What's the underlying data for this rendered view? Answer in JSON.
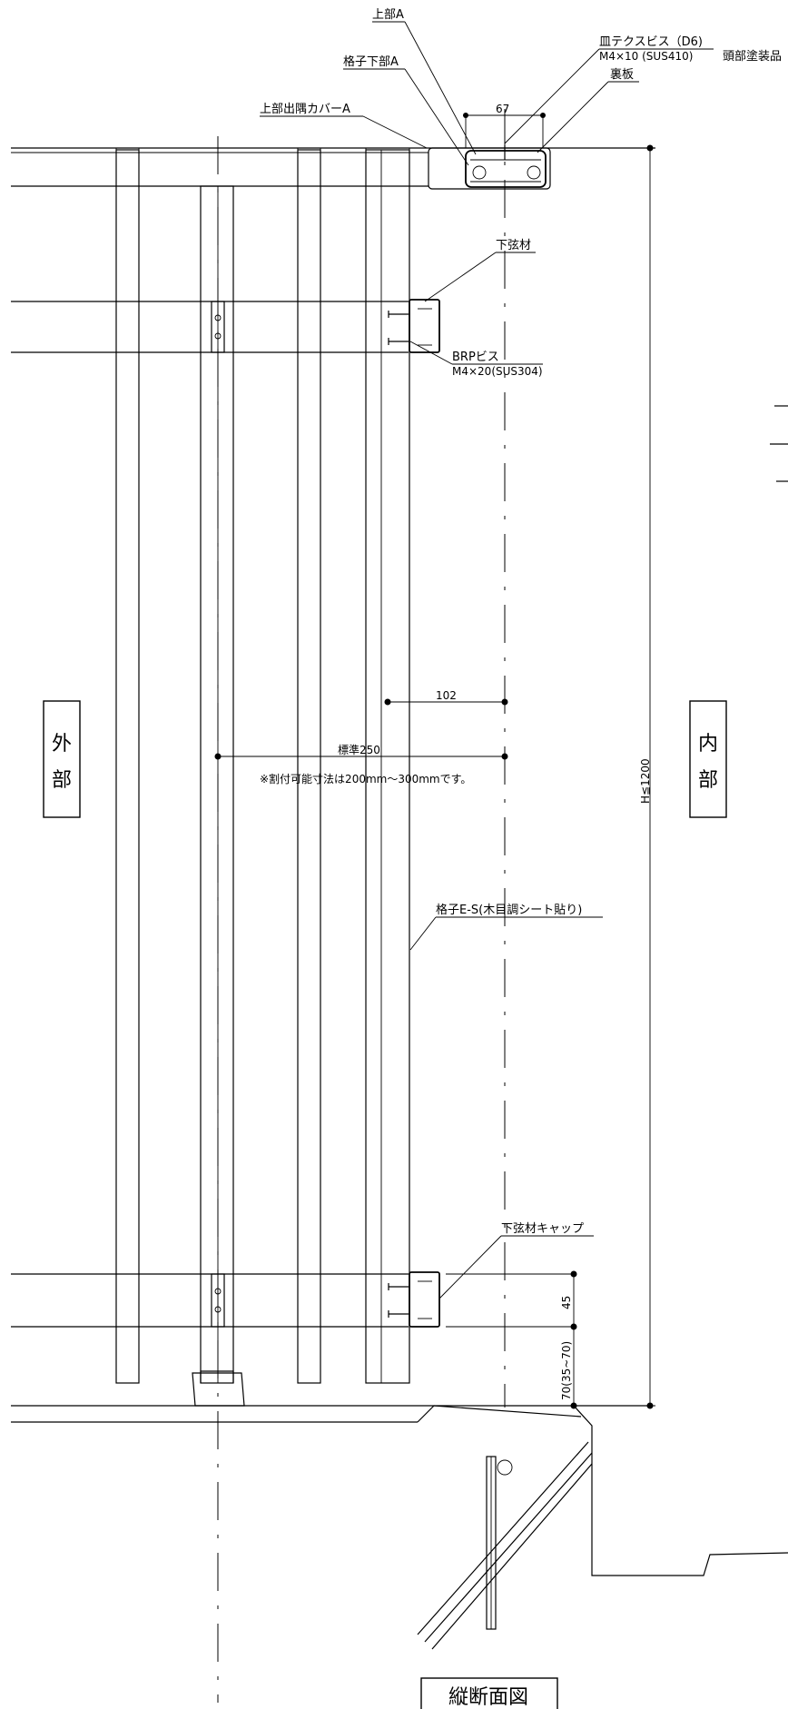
{
  "labels": {
    "top_a": "上部A",
    "grid_bottom_a": "格子下部A",
    "corner_cover_a": "上部出隅カバーA",
    "countersunk_screw": "皿テクスビス（D6)",
    "countersunk_screw_spec": "M4×10 (SUS410)",
    "head_painted": "頭部塗装品",
    "back_plate": "裏板",
    "dim_67": "67",
    "lower_chord": "下弦材",
    "brp_screw": "BRPビス",
    "brp_screw_spec": "M4×20(SUS304)",
    "dim_102": "102",
    "standard_250": "標準250",
    "allocation_note": "※割付可能寸法は200mm～300mmです。",
    "grid_es": "格子E-S(木目調シート貼り)",
    "lower_chord_cap": "下弦材キャップ",
    "dim_45": "45",
    "dim_70": "70(35~70)",
    "height": "H≦1200",
    "exterior_1": "外",
    "exterior_2": "部",
    "interior_1": "内",
    "interior_2": "部",
    "title": "縦断面図"
  }
}
